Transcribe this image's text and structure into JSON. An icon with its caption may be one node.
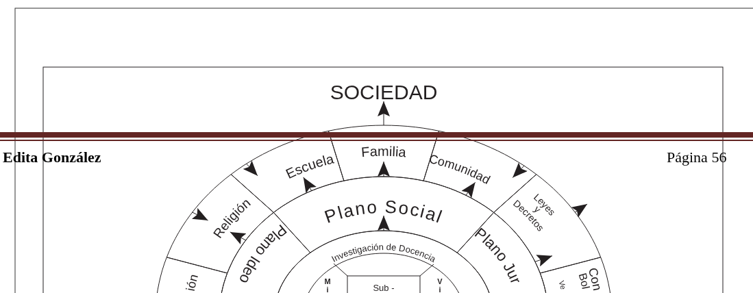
{
  "diagram": {
    "nodes": [
      {
        "text": [
          "SOCIEDAD"
        ]
      },
      {
        "text": [
          "Familia"
        ]
      },
      {
        "text": [
          "Escuela"
        ]
      },
      {
        "text": [
          "Comunidad"
        ]
      },
      {
        "text": [
          "Religión"
        ]
      },
      {
        "text": [
          "Leyes y Decretos"
        ]
      },
      {
        "text": [
          "ión"
        ]
      },
      {
        "text": [
          "Ve",
          "Bol",
          "Con"
        ]
      },
      {
        "text": [
          "Plano Social"
        ]
      },
      {
        "text": [
          "Plano Ideo"
        ]
      },
      {
        "text": [
          "Plano Jur"
        ]
      },
      {
        "text": [
          "Investigación de Docencia"
        ]
      },
      {
        "text": [
          "Sub -"
        ],
        "in": 11
      }
    ],
    "edges": [
      {
        "from": 1,
        "to": 0,
        "arrow": "to"
      },
      {
        "from": 8,
        "to": 1,
        "arrow": "to"
      },
      {
        "from": 11,
        "to": 8,
        "arrow": "to"
      },
      {
        "from": 8,
        "to": 2,
        "arrow": "to"
      },
      {
        "from": 8,
        "to": 3,
        "arrow": "to"
      },
      {
        "from": null,
        "to": 2,
        "arrow": "to"
      },
      {
        "from": null,
        "to": 4,
        "arrow": "to"
      },
      {
        "from": null,
        "to": 3,
        "arrow": "to"
      },
      {
        "from": 5,
        "to": null,
        "arrow": "to"
      },
      {
        "from": 9,
        "to": 4,
        "arrow": "to"
      },
      {
        "from": 10,
        "to": 5,
        "arrow": "to"
      }
    ],
    "labels": [
      "Edita González",
      "Página 56",
      "Mi",
      "Vi"
    ]
  }
}
